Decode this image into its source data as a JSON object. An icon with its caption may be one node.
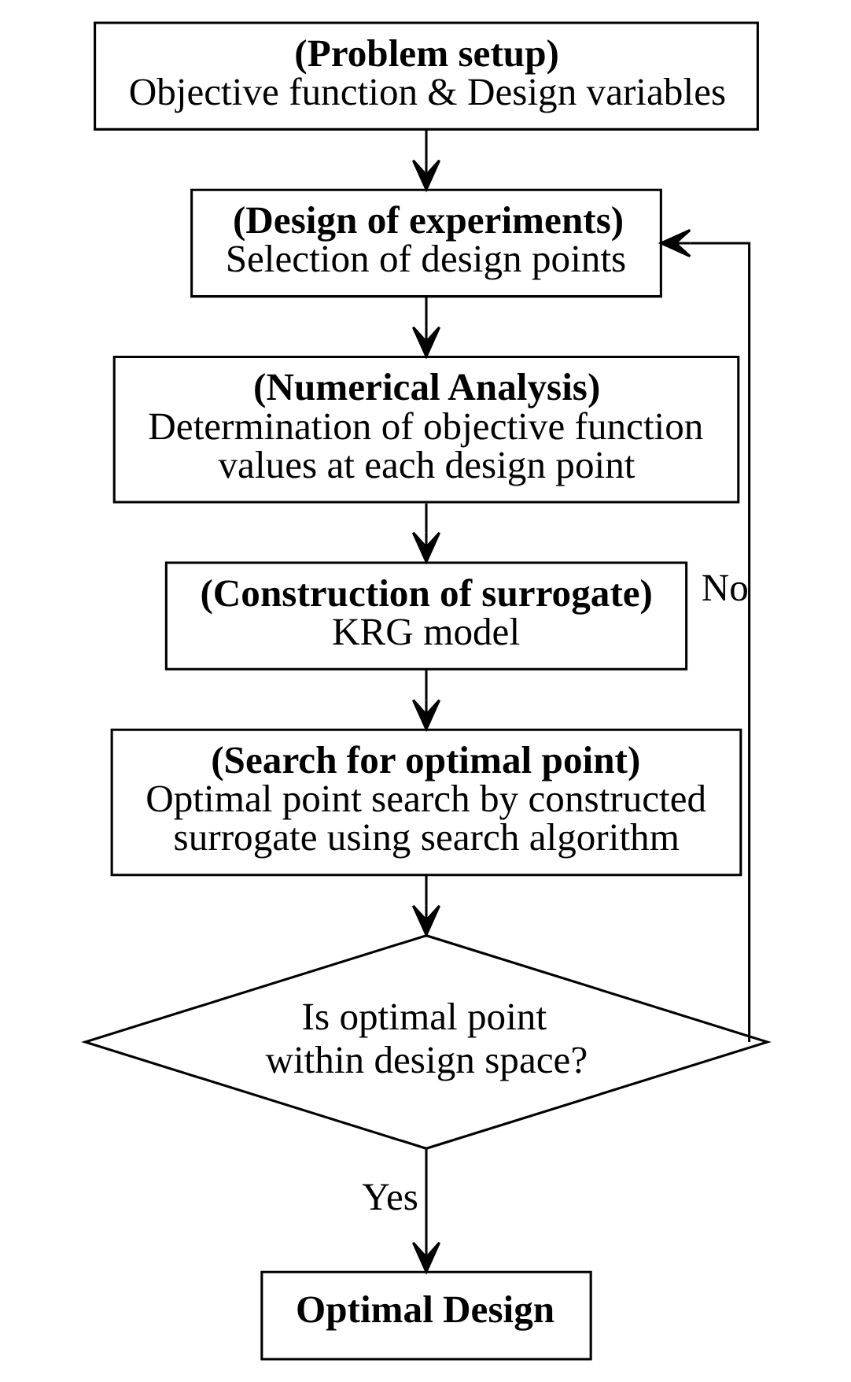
{
  "diagram": {
    "nodes": [
      {
        "text": [
          "(Problem setup)",
          "Objective function & Design variables"
        ]
      },
      {
        "text": [
          "(Design of experiments)",
          "Selection of design points"
        ]
      },
      {
        "text": [
          "(Numerical Analysis)",
          "Determination of objective function values at each design point"
        ]
      },
      {
        "text": [
          "(Construction of surrogate)",
          "KRG model"
        ]
      },
      {
        "text": [
          "(Search for optimal point)",
          "Optimal point search by constructed surrogate using search algorithm"
        ]
      },
      {
        "text": [
          "Is optimal point within design space?"
        ]
      },
      {
        "text": [
          "Optimal Design"
        ]
      }
    ],
    "edges": [
      {
        "from": 0,
        "to": 1,
        "arrow": "to"
      },
      {
        "from": 1,
        "to": 2,
        "arrow": "to"
      },
      {
        "from": 2,
        "to": 3,
        "arrow": "to"
      },
      {
        "from": 3,
        "to": 4,
        "arrow": "to"
      },
      {
        "from": 4,
        "to": 5,
        "arrow": "to"
      },
      {
        "from": 5,
        "to": 1,
        "arrow": "to",
        "label": "No"
      },
      {
        "from": 5,
        "to": 6,
        "arrow": "to",
        "label": "Yes"
      }
    ]
  }
}
